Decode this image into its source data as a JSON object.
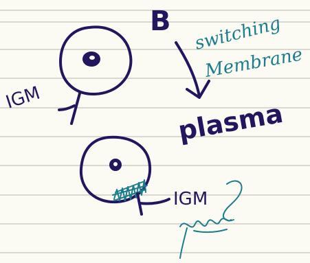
{
  "notes": {
    "label_igm_left": "IGM",
    "label_b": "B",
    "label_switching": "switching",
    "label_membrane": "Membrane",
    "label_plasma": "plasma",
    "label_igm_right": "IGM"
  },
  "colors": {
    "paper": "#fcfbf3",
    "rule_line": "#c5c3bc",
    "navy_ink": "#24155f",
    "teal_ink": "#1a7c8c"
  }
}
